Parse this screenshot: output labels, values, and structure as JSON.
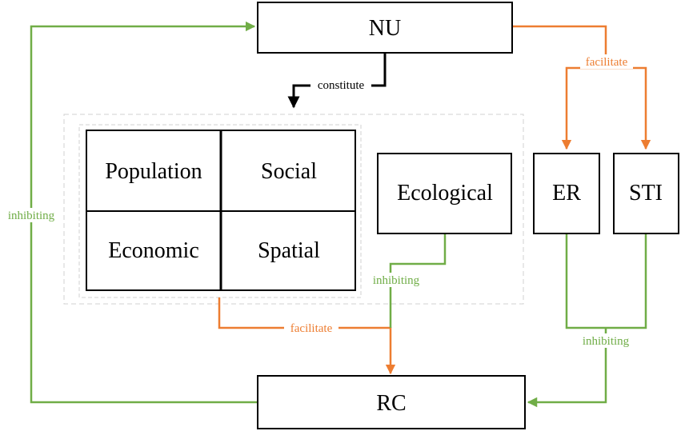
{
  "nodes": {
    "nu": "NU",
    "rc": "RC",
    "population": "Population",
    "social": "Social",
    "economic": "Economic",
    "spatial": "Spatial",
    "ecological": "Ecological",
    "er": "ER",
    "sti": "STI"
  },
  "edge_labels": {
    "constitute": "constitute",
    "facilitate_top": "facilitate",
    "facilitate_bottom": "facilitate",
    "inhibiting_left": "inhibiting",
    "inhibiting_ecological": "inhibiting",
    "inhibiting_right": "inhibiting"
  },
  "colors": {
    "green": "#70ad47",
    "orange": "#ed7d31",
    "black": "#000000",
    "dashed_border": "#d0d0d0"
  }
}
